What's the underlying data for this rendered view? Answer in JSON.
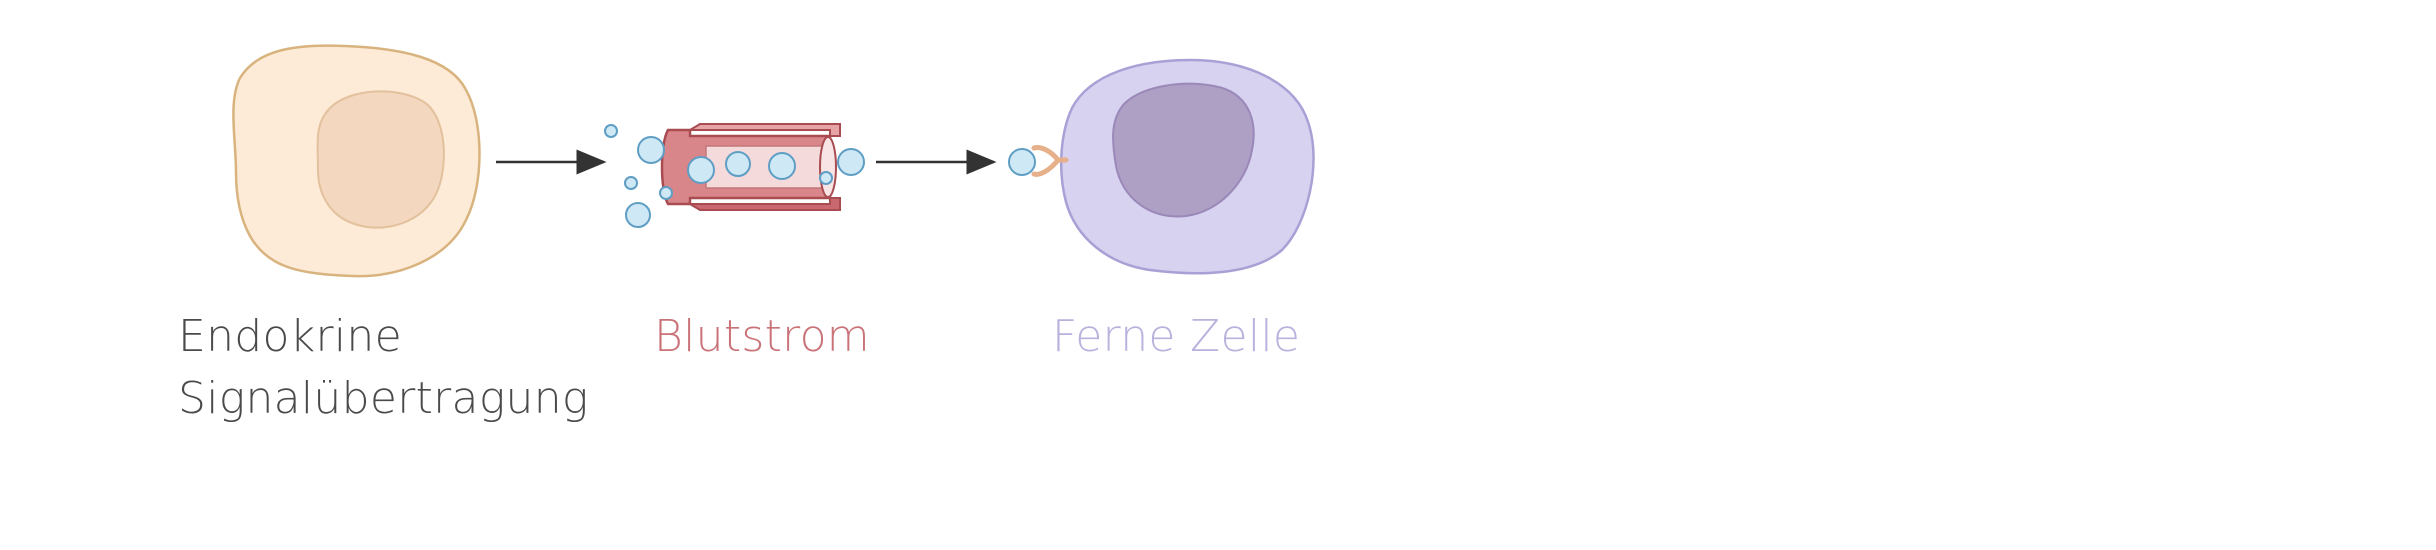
{
  "labels": {
    "endocrine_line1": "Endokrine",
    "endocrine_line2": "Signalübertragung",
    "bloodstream": "Blutstrom",
    "distant_cell": "Ferne Zelle"
  },
  "colors": {
    "endocrine_text": "#4a4a4a",
    "bloodstream_text": "#c97278",
    "distant_text": "#b8b3dd",
    "source_cell_fill": "#fdebd7",
    "source_cell_stroke": "#d8b37e",
    "source_nucleus_fill": "#f3d7bf",
    "vessel_fill": "#d9868a",
    "vessel_stroke": "#a84c52",
    "hormone_fill": "#cfe8f5",
    "hormone_stroke": "#5f9ec4",
    "target_cell_fill": "#d6d2ef",
    "target_cell_stroke": "#a9a0d6",
    "target_nucleus_fill": "#ae9fc5",
    "receptor_color": "#e6b08a",
    "arrow_color": "#333333"
  }
}
